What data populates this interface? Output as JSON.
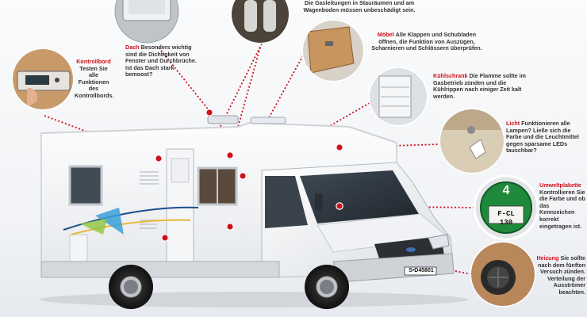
{
  "callouts": {
    "gas": {
      "text": "Die Gasleitungen in Stauräumen und am Wagenboden müssen unbeschädigt sein."
    },
    "dach": {
      "keyword": "Dach",
      "text": "Besonders wichtig sind die Dichtigkeit von Fenster und Durchbrüche. Ist das Dach stark bemoost?"
    },
    "kontrollbord": {
      "keyword": "Kontrollbord",
      "text": "Testen Sie alle Funktionen des Kontrollbords."
    },
    "moebel": {
      "keyword": "Möbel",
      "text": "Alle Klappen und Schubladen öffnen, die Funktion von Auszügen, Scharnieren und Schlössern überprüfen."
    },
    "kuehlschrank": {
      "keyword": "Kühlschrank",
      "text": "Die Flamme sollte im Gasbetrieb zünden und die Kühlrippen nach einiger Zeit kalt werden."
    },
    "licht": {
      "keyword": "Licht",
      "text": "Funktionieren alle Lampen? Ließe sich die Farbe und die Leuchtmittel gegen sparsame LEDs tauschbar?"
    },
    "umweltplakette": {
      "keyword": "Umweltplakette",
      "text": "Kontrollieren Sie die Farbe und ob das Kennzeichen korrekt eingetragen ist."
    },
    "heizung": {
      "keyword": "Heizung",
      "text": "Sie sollte nach dem fünften Versuch zünden. Verteilung der Ausströmer beachten."
    }
  },
  "vehicle": {
    "license_plate": "S•D45801",
    "sticker_plate": "F-CL 130",
    "sticker_number": "4"
  },
  "colors": {
    "accent_red": "#d0101b",
    "sticker_green": "#1f8a3c"
  }
}
